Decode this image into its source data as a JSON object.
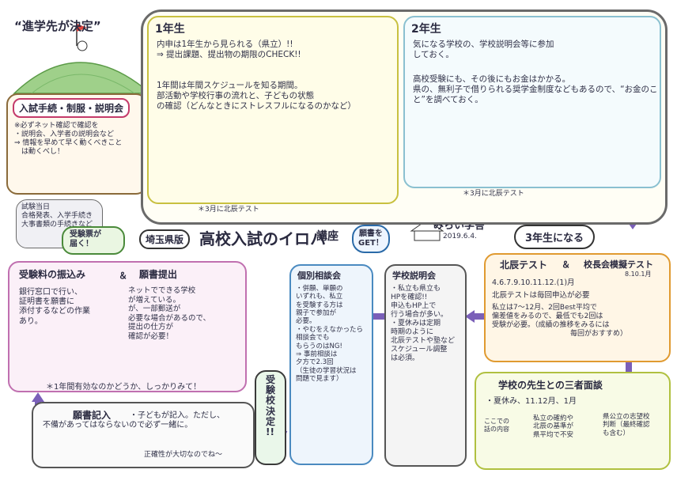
{
  "decision": {
    "title": "“進学先が決定”"
  },
  "procedure": {
    "title": "入試手続・制服・説明会",
    "body": "※必ずネット確認で確認を\n・説明会、入学者の説明会など\n⇒ 情報を早めて早く動くべきこと\n　は動くべし！"
  },
  "exam_day": {
    "body": "試験当日\n合格発表、入学手続き\n大事書類の手続きなど"
  },
  "pass_check": {
    "body": "受験票が\n届く！"
  },
  "sheet": {
    "brand": "埼玉県版",
    "title": "高校入試のイロハ",
    "suffix": "講座",
    "get_badge": "願書を\nGET！",
    "school": "みらい学舎",
    "date": "2019.6.4."
  },
  "grade1": {
    "label": "1年生",
    "items": [
      "内申は1年生から見られる（県立）!!\n⇒ 提出課題、提出物の期限のCHECK!!",
      "1年間は年間スケジュールを知る期間。\n部活動や学校行事の流れと、子どもの状態\nの確認（どんなときにストレスフルになるのかなど）"
    ],
    "footnote": "＊3月に北辰テスト"
  },
  "grade2": {
    "label": "2年生",
    "items": [
      "気になる学校の、学校説明会等に参加\nしておく。",
      "高校受験にも、その後にもお金はかかる。\n県の、無利子で借りられる奨学金制度などもあるので、“お金のこと”を調べておく。"
    ],
    "footnote": "＊3月に北辰テスト"
  },
  "grade3": {
    "label": "3年生になる"
  },
  "hokushin": {
    "title": "北辰テスト",
    "amp": "＆",
    "title2": "校長会模擬テスト",
    "schedule": "8.10.1月",
    "months": "4.6.7.9.10.11.12.(1)月",
    "items": [
      "北辰テストは毎回申込が必要",
      "私立は7〜12月、2回Best平均で\n偏差値をみるので、最低でも2回は\n受験が必要。（成績の推移をみるには\n　　　　　　　　　　　毎回がおすすめ）"
    ]
  },
  "sansha": {
    "title": "学校の先生との三者面談",
    "dates": "・夏休み、11.12月、1月",
    "c1": "ここでの\n話の内容",
    "c2": "私立の確約や\n北辰の基準が\n県平均で不安",
    "c3": "県公立の志望校\n判断（最終確認\nも含む）"
  },
  "setsumeikai": {
    "title": "学校説明会",
    "body": "・私立も県立も\nHPを確認!!\n申込もHP上で\n行う場合が多い。\n・夏休みは定期\n時期のように\n北辰テストや塾など\nスケジュール調整\nは必須。"
  },
  "kobetsu": {
    "title": "個別相談会",
    "body": "・併願、単願の\nいずれも、私立\nを受験する方は\n親子で参加が\n必要。\n・やむをえなかったら\n相談会でも\nもらうのはNG!\n⇒ 事前相談は\n夕方で2.3回\n（生徒の学習状況は\n問題で見ます）"
  },
  "decided": {
    "body": "受\n験\n校\n決\n定\n!!"
  },
  "fee": {
    "title": "受験料の振込み",
    "amp": "＆",
    "title2": "願書提出",
    "left": "銀行窓口で行い、\n証明書を願書に\n添付するなどの作業\nあり。",
    "right": "ネットでできる学校\nが増えている。\nが、一部郵送が\n必要な場合があるので、\n提出の仕方が\n確認が必要！"
  },
  "validity": {
    "body": "＊1年間有効なのかどうか、しっかりみて！"
  },
  "application": {
    "title": "願書記入",
    "body": "・子どもが記入。ただし、\n不備があってはならないので必ず一緒に。",
    "note": "正確性が大切なのでね〜"
  }
}
